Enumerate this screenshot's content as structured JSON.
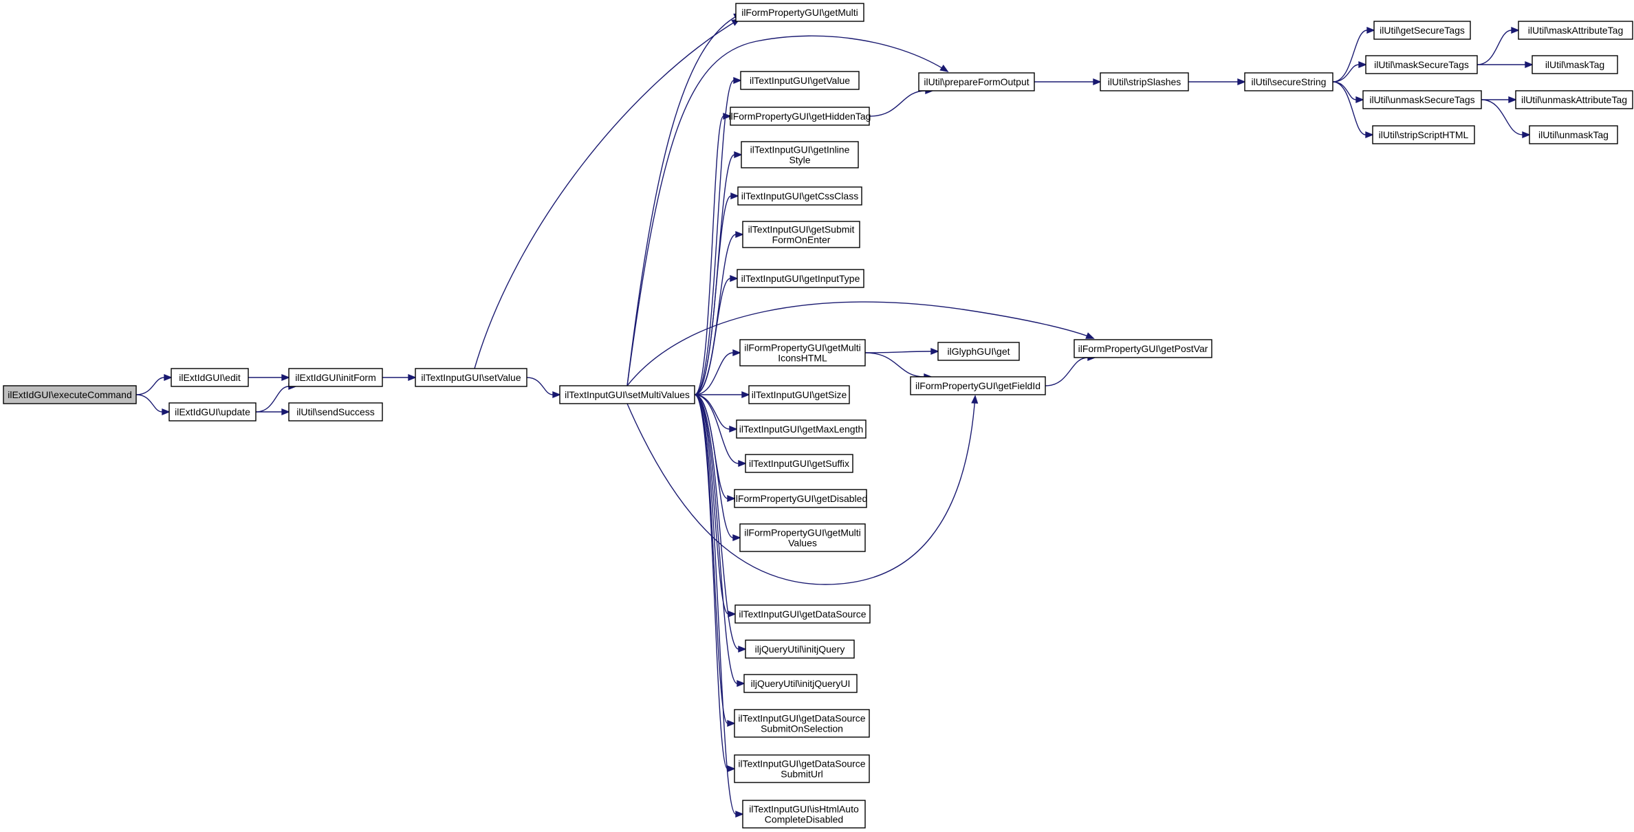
{
  "colors": {
    "edge": "#191970",
    "node_border": "#000000",
    "root_fill": "#bfbfbf",
    "node_fill": "#ffffff"
  },
  "nodes": [
    {
      "id": "root",
      "lines": [
        "ilExtIdGUI\\executeCommand"
      ],
      "root": true
    },
    {
      "id": "edit",
      "lines": [
        "ilExtIdGUI\\edit"
      ]
    },
    {
      "id": "update",
      "lines": [
        "ilExtIdGUI\\update"
      ]
    },
    {
      "id": "initForm",
      "lines": [
        "ilExtIdGUI\\initForm"
      ]
    },
    {
      "id": "sendSuccess",
      "lines": [
        "ilUtil\\sendSuccess"
      ]
    },
    {
      "id": "setValue",
      "lines": [
        "ilTextInputGUI\\setValue"
      ]
    },
    {
      "id": "setMultiValues",
      "lines": [
        "ilTextInputGUI\\setMultiValues"
      ]
    },
    {
      "id": "getMulti",
      "lines": [
        "ilFormPropertyGUI\\getMulti"
      ]
    },
    {
      "id": "getValue",
      "lines": [
        "ilTextInputGUI\\getValue"
      ]
    },
    {
      "id": "getHiddenTag",
      "lines": [
        "ilFormPropertyGUI\\getHiddenTag"
      ]
    },
    {
      "id": "getInlineStyle",
      "lines": [
        "ilTextInputGUI\\getInline",
        "Style"
      ]
    },
    {
      "id": "getCssClass",
      "lines": [
        "ilTextInputGUI\\getCssClass"
      ]
    },
    {
      "id": "getSubmitFormOnEnter",
      "lines": [
        "ilTextInputGUI\\getSubmit",
        "FormOnEnter"
      ]
    },
    {
      "id": "getInputType",
      "lines": [
        "ilTextInputGUI\\getInputType"
      ]
    },
    {
      "id": "getMultiIconsHTML",
      "lines": [
        "ilFormPropertyGUI\\getMulti",
        "IconsHTML"
      ]
    },
    {
      "id": "getSize",
      "lines": [
        "ilTextInputGUI\\getSize"
      ]
    },
    {
      "id": "getMaxLength",
      "lines": [
        "ilTextInputGUI\\getMaxLength"
      ]
    },
    {
      "id": "getSuffix",
      "lines": [
        "ilTextInputGUI\\getSuffix"
      ]
    },
    {
      "id": "getDisabled",
      "lines": [
        "ilFormPropertyGUI\\getDisabled"
      ]
    },
    {
      "id": "getMultiValues",
      "lines": [
        "ilFormPropertyGUI\\getMulti",
        "Values"
      ]
    },
    {
      "id": "getDataSource",
      "lines": [
        "ilTextInputGUI\\getDataSource"
      ]
    },
    {
      "id": "initjQuery",
      "lines": [
        "iljQueryUtil\\initjQuery"
      ]
    },
    {
      "id": "initjQueryUI",
      "lines": [
        "iljQueryUtil\\initjQueryUI"
      ]
    },
    {
      "id": "getDataSourceSubmitOnSelection",
      "lines": [
        "ilTextInputGUI\\getDataSource",
        "SubmitOnSelection"
      ]
    },
    {
      "id": "getDataSourceSubmitUrl",
      "lines": [
        "ilTextInputGUI\\getDataSource",
        "SubmitUrl"
      ]
    },
    {
      "id": "isHtmlAutoCompleteDisabled",
      "lines": [
        "ilTextInputGUI\\isHtmlAuto",
        "CompleteDisabled"
      ]
    },
    {
      "id": "prepareFormOutput",
      "lines": [
        "ilUtil\\prepareFormOutput"
      ]
    },
    {
      "id": "stripSlashes",
      "lines": [
        "ilUtil\\stripSlashes"
      ]
    },
    {
      "id": "secureString",
      "lines": [
        "ilUtil\\secureString"
      ]
    },
    {
      "id": "getSecureTags",
      "lines": [
        "ilUtil\\getSecureTags"
      ]
    },
    {
      "id": "maskSecureTags",
      "lines": [
        "ilUtil\\maskSecureTags"
      ]
    },
    {
      "id": "unmaskSecureTags",
      "lines": [
        "ilUtil\\unmaskSecureTags"
      ]
    },
    {
      "id": "stripScriptHTML",
      "lines": [
        "ilUtil\\stripScriptHTML"
      ]
    },
    {
      "id": "maskAttributeTag",
      "lines": [
        "ilUtil\\maskAttributeTag"
      ]
    },
    {
      "id": "maskTag",
      "lines": [
        "ilUtil\\maskTag"
      ]
    },
    {
      "id": "unmaskAttributeTag",
      "lines": [
        "ilUtil\\unmaskAttributeTag"
      ]
    },
    {
      "id": "unmaskTag",
      "lines": [
        "ilUtil\\unmaskTag"
      ]
    },
    {
      "id": "glyphGet",
      "lines": [
        "ilGlyphGUI\\get"
      ]
    },
    {
      "id": "getFieldId",
      "lines": [
        "ilFormPropertyGUI\\getFieldId"
      ]
    },
    {
      "id": "getPostVar",
      "lines": [
        "ilFormPropertyGUI\\getPostVar"
      ]
    }
  ],
  "edges": [
    [
      "root",
      "edit"
    ],
    [
      "root",
      "update"
    ],
    [
      "edit",
      "initForm"
    ],
    [
      "update",
      "initForm"
    ],
    [
      "update",
      "sendSuccess"
    ],
    [
      "initForm",
      "setValue"
    ],
    [
      "setValue",
      "getMulti"
    ],
    [
      "setValue",
      "setMultiValues"
    ],
    [
      "setMultiValues",
      "getMulti"
    ],
    [
      "setMultiValues",
      "prepareFormOutput"
    ],
    [
      "setMultiValues",
      "getValue"
    ],
    [
      "setMultiValues",
      "getHiddenTag"
    ],
    [
      "setMultiValues",
      "getInlineStyle"
    ],
    [
      "setMultiValues",
      "getCssClass"
    ],
    [
      "setMultiValues",
      "getSubmitFormOnEnter"
    ],
    [
      "setMultiValues",
      "getInputType"
    ],
    [
      "setMultiValues",
      "getPostVar"
    ],
    [
      "setMultiValues",
      "getMultiIconsHTML"
    ],
    [
      "setMultiValues",
      "getSize"
    ],
    [
      "setMultiValues",
      "getMaxLength"
    ],
    [
      "setMultiValues",
      "getSuffix"
    ],
    [
      "setMultiValues",
      "getDisabled"
    ],
    [
      "setMultiValues",
      "getMultiValues"
    ],
    [
      "setMultiValues",
      "getFieldId"
    ],
    [
      "setMultiValues",
      "getDataSource"
    ],
    [
      "setMultiValues",
      "initjQuery"
    ],
    [
      "setMultiValues",
      "initjQueryUI"
    ],
    [
      "setMultiValues",
      "getDataSourceSubmitOnSelection"
    ],
    [
      "setMultiValues",
      "getDataSourceSubmitUrl"
    ],
    [
      "setMultiValues",
      "isHtmlAutoCompleteDisabled"
    ],
    [
      "getHiddenTag",
      "prepareFormOutput"
    ],
    [
      "prepareFormOutput",
      "stripSlashes"
    ],
    [
      "stripSlashes",
      "secureString"
    ],
    [
      "secureString",
      "getSecureTags"
    ],
    [
      "secureString",
      "maskSecureTags"
    ],
    [
      "secureString",
      "unmaskSecureTags"
    ],
    [
      "secureString",
      "stripScriptHTML"
    ],
    [
      "maskSecureTags",
      "maskAttributeTag"
    ],
    [
      "maskSecureTags",
      "maskTag"
    ],
    [
      "unmaskSecureTags",
      "unmaskAttributeTag"
    ],
    [
      "unmaskSecureTags",
      "unmaskTag"
    ],
    [
      "getMultiIconsHTML",
      "glyphGet"
    ],
    [
      "getMultiIconsHTML",
      "getFieldId"
    ],
    [
      "getFieldId",
      "getPostVar"
    ]
  ]
}
